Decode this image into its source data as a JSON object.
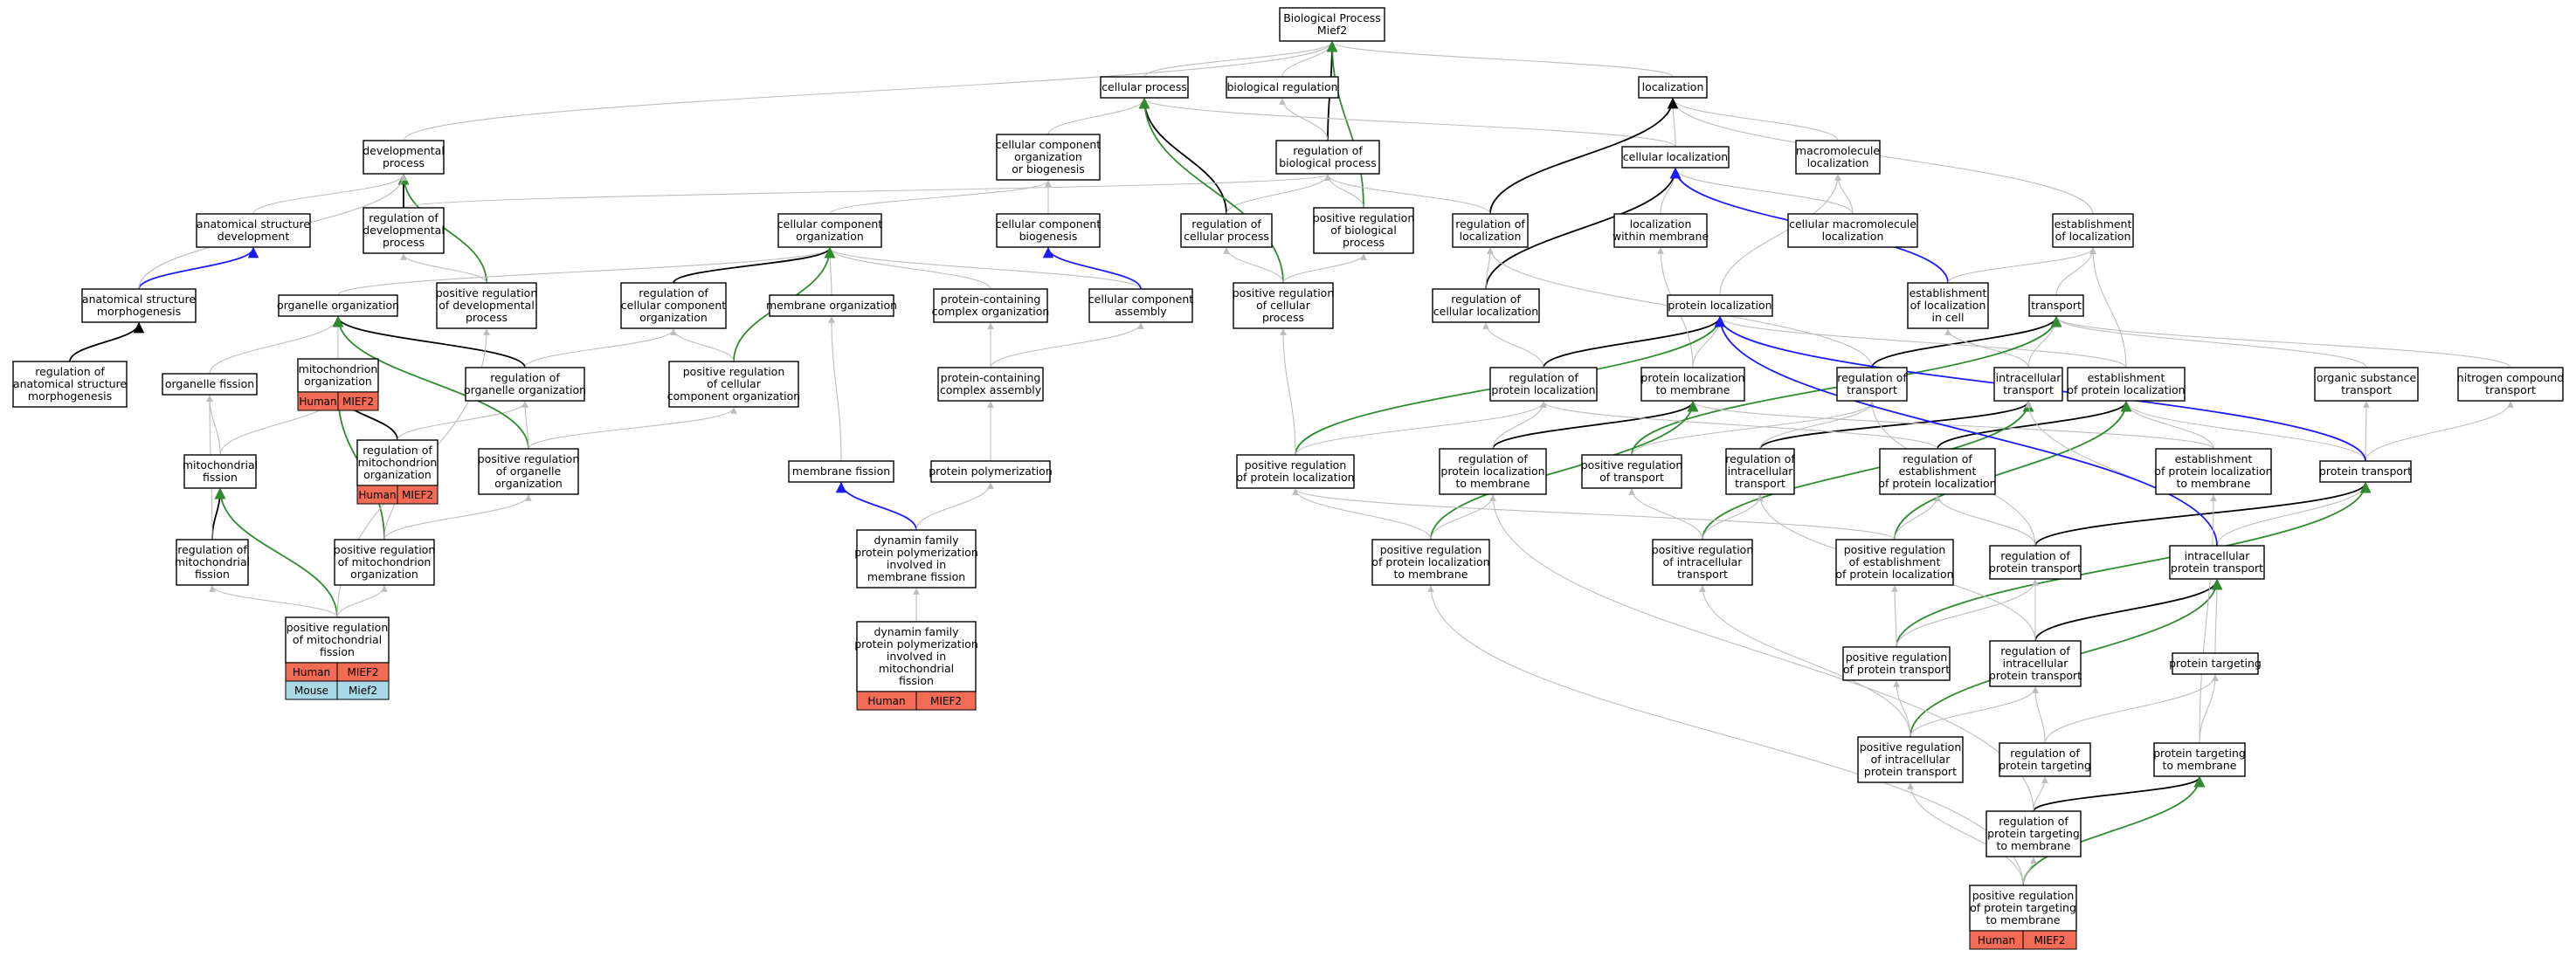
{
  "colors": {
    "edge_default": "#bdbdbd",
    "edge_regulates": "#000000",
    "edge_positively_regulates": "#2e8b2e",
    "edge_part_of": "#1a1aff",
    "human_annotation": "#f26b55",
    "mouse_annotation": "#a9d8e6"
  },
  "nodes": {
    "bp_root": {
      "lines": [
        "Biological Process",
        "Mief2"
      ]
    },
    "cellular_process": {
      "lines": [
        "cellular process"
      ]
    },
    "biological_regulation": {
      "lines": [
        "biological regulation"
      ]
    },
    "localization": {
      "lines": [
        "localization"
      ]
    },
    "developmental_process": {
      "lines": [
        "developmental",
        "process"
      ]
    },
    "cell_comp_org_biogenesis": {
      "lines": [
        "cellular component",
        "organization",
        "or biogenesis"
      ]
    },
    "regulation_of_biological_process": {
      "lines": [
        "regulation of",
        "biological process"
      ]
    },
    "cellular_localization": {
      "lines": [
        "cellular localization"
      ]
    },
    "macromolecule_localization": {
      "lines": [
        "macromolecule",
        "localization"
      ]
    },
    "anatomical_structure_development": {
      "lines": [
        "anatomical structure",
        "development"
      ]
    },
    "regulation_of_developmental_process": {
      "lines": [
        "regulation of",
        "developmental",
        "process"
      ]
    },
    "cellular_component_organization": {
      "lines": [
        "cellular component",
        "organization"
      ]
    },
    "cellular_component_biogenesis": {
      "lines": [
        "cellular component",
        "biogenesis"
      ]
    },
    "regulation_of_cellular_process": {
      "lines": [
        "regulation of",
        "cellular process"
      ]
    },
    "positive_regulation_of_biological_process": {
      "lines": [
        "positive regulation",
        "of biological",
        "process"
      ]
    },
    "regulation_of_localization": {
      "lines": [
        "regulation of",
        "localization"
      ]
    },
    "localization_within_membrane": {
      "lines": [
        "localization",
        "within membrane"
      ]
    },
    "cellular_macromolecule_localization": {
      "lines": [
        "cellular macromolecule",
        "localization"
      ]
    },
    "establishment_of_localization": {
      "lines": [
        "establishment",
        "of localization"
      ]
    },
    "anatomical_structure_morphogenesis": {
      "lines": [
        "anatomical structure",
        "morphogenesis"
      ]
    },
    "organelle_organization": {
      "lines": [
        "organelle organization"
      ]
    },
    "positive_regulation_of_developmental_process": {
      "lines": [
        "positive regulation",
        "of developmental",
        "process"
      ]
    },
    "regulation_of_cellular_component_organization": {
      "lines": [
        "regulation of",
        "cellular component",
        "organization"
      ]
    },
    "membrane_organization": {
      "lines": [
        "membrane organization"
      ]
    },
    "protein_containing_complex_organization": {
      "lines": [
        "protein-containing",
        "complex organization"
      ]
    },
    "cellular_component_assembly": {
      "lines": [
        "cellular component",
        "assembly"
      ]
    },
    "positive_regulation_of_cellular_process": {
      "lines": [
        "positive regulation",
        "of cellular",
        "process"
      ]
    },
    "regulation_of_cellular_localization": {
      "lines": [
        "regulation of",
        "cellular localization"
      ]
    },
    "protein_localization": {
      "lines": [
        "protein localization"
      ]
    },
    "establishment_of_localization_in_cell": {
      "lines": [
        "establishment",
        "of localization",
        "in cell"
      ]
    },
    "transport": {
      "lines": [
        "transport"
      ]
    },
    "regulation_of_anatomical_structure_morphogenesis": {
      "lines": [
        "regulation of",
        "anatomical structure",
        "morphogenesis"
      ]
    },
    "organelle_fission": {
      "lines": [
        "organelle fission"
      ]
    },
    "mitochondrion_organization": {
      "lines": [
        "mitochondrion",
        "organization"
      ]
    },
    "regulation_of_organelle_organization": {
      "lines": [
        "regulation of",
        "organelle organization"
      ]
    },
    "positive_regulation_of_cellular_component_organization": {
      "lines": [
        "positive regulation",
        "of cellular",
        "component organization"
      ]
    },
    "protein_containing_complex_assembly": {
      "lines": [
        "protein-containing",
        "complex assembly"
      ]
    },
    "regulation_of_protein_localization": {
      "lines": [
        "regulation of",
        "protein localization"
      ]
    },
    "protein_localization_to_membrane": {
      "lines": [
        "protein localization",
        "to membrane"
      ]
    },
    "regulation_of_transport": {
      "lines": [
        "regulation of",
        "transport"
      ]
    },
    "intracellular_transport": {
      "lines": [
        "intracellular",
        "transport"
      ]
    },
    "establishment_of_protein_localization": {
      "lines": [
        "establishment",
        "of protein localization"
      ]
    },
    "organic_substance_transport": {
      "lines": [
        "organic substance",
        "transport"
      ]
    },
    "nitrogen_compound_transport": {
      "lines": [
        "nitrogen compound",
        "transport"
      ]
    },
    "mitochondrial_fission": {
      "lines": [
        "mitochondrial",
        "fission"
      ]
    },
    "regulation_of_mitochondrion_organization": {
      "lines": [
        "regulation of",
        "mitochondrion",
        "organization"
      ]
    },
    "positive_regulation_of_organelle_organization": {
      "lines": [
        "positive regulation",
        "of organelle",
        "organization"
      ]
    },
    "membrane_fission": {
      "lines": [
        "membrane fission"
      ]
    },
    "protein_polymerization": {
      "lines": [
        "protein polymerization"
      ]
    },
    "positive_regulation_of_protein_localization": {
      "lines": [
        "positive regulation",
        "of protein localization"
      ]
    },
    "regulation_of_protein_localization_to_membrane": {
      "lines": [
        "regulation of",
        "protein localization",
        "to membrane"
      ]
    },
    "positive_regulation_of_transport": {
      "lines": [
        "positive regulation",
        "of transport"
      ]
    },
    "regulation_of_intracellular_transport": {
      "lines": [
        "regulation of",
        "intracellular",
        "transport"
      ]
    },
    "regulation_of_establishment_of_protein_localization": {
      "lines": [
        "regulation of",
        "establishment",
        "of protein localization"
      ]
    },
    "establishment_of_protein_localization_to_membrane": {
      "lines": [
        "establishment",
        "of protein localization",
        "to membrane"
      ]
    },
    "protein_transport": {
      "lines": [
        "protein transport"
      ]
    },
    "regulation_of_mitochondrial_fission": {
      "lines": [
        "regulation of",
        "mitochondrial",
        "fission"
      ]
    },
    "positive_regulation_of_mitochondrion_organization": {
      "lines": [
        "positive regulation",
        "of mitochondrion",
        "organization"
      ]
    },
    "dynamin_family_protein_polymerization_membrane_fission": {
      "lines": [
        "dynamin family",
        "protein polymerization",
        "involved in",
        "membrane fission"
      ]
    },
    "positive_regulation_of_protein_localization_to_membrane": {
      "lines": [
        "positive regulation",
        "of protein localization",
        "to membrane"
      ]
    },
    "positive_regulation_of_intracellular_transport": {
      "lines": [
        "positive regulation",
        "of intracellular",
        "transport"
      ]
    },
    "positive_regulation_of_establishment_of_protein_localization": {
      "lines": [
        "positive regulation",
        "of establishment",
        "of protein localization"
      ]
    },
    "regulation_of_protein_transport": {
      "lines": [
        "regulation of",
        "protein transport"
      ]
    },
    "intracellular_protein_transport": {
      "lines": [
        "intracellular",
        "protein transport"
      ]
    },
    "positive_regulation_of_mitochondrial_fission": {
      "lines": [
        "positive regulation",
        "of mitochondrial",
        "fission"
      ]
    },
    "dynamin_family_protein_polymerization_mitochondrial_fission": {
      "lines": [
        "dynamin family",
        "protein polymerization",
        "involved in",
        "mitochondrial",
        "fission"
      ]
    },
    "positive_regulation_of_protein_transport": {
      "lines": [
        "positive regulation",
        "of protein transport"
      ]
    },
    "regulation_of_intracellular_protein_transport": {
      "lines": [
        "regulation of",
        "intracellular",
        "protein transport"
      ]
    },
    "protein_targeting": {
      "lines": [
        "protein targeting"
      ]
    },
    "positive_regulation_of_intracellular_protein_transport": {
      "lines": [
        "positive regulation",
        "of intracellular",
        "protein transport"
      ]
    },
    "regulation_of_protein_targeting": {
      "lines": [
        "regulation of",
        "protein targeting"
      ]
    },
    "protein_targeting_to_membrane": {
      "lines": [
        "protein targeting",
        "to membrane"
      ]
    },
    "regulation_of_protein_targeting_to_membrane": {
      "lines": [
        "regulation of",
        "protein targeting",
        "to membrane"
      ]
    },
    "positive_regulation_of_protein_targeting_to_membrane": {
      "lines": [
        "positive regulation",
        "of protein targeting",
        "to membrane"
      ]
    }
  },
  "annotations": {
    "mitochondrion_organization": [
      {
        "species": "human",
        "left": "Human",
        "right": "MIEF2"
      }
    ],
    "regulation_of_mitochondrion_organization": [
      {
        "species": "human",
        "left": "Human",
        "right": "MIEF2"
      }
    ],
    "positive_regulation_of_mitochondrial_fission": [
      {
        "species": "human",
        "left": "Human",
        "right": "MIEF2"
      },
      {
        "species": "mouse",
        "left": "Mouse",
        "right": "Mief2"
      }
    ],
    "dynamin_family_protein_polymerization_mitochondrial_fission": [
      {
        "species": "human",
        "left": "Human",
        "right": "MIEF2"
      }
    ],
    "positive_regulation_of_protein_targeting_to_membrane": [
      {
        "species": "human",
        "left": "Human",
        "right": "MIEF2"
      }
    ]
  }
}
